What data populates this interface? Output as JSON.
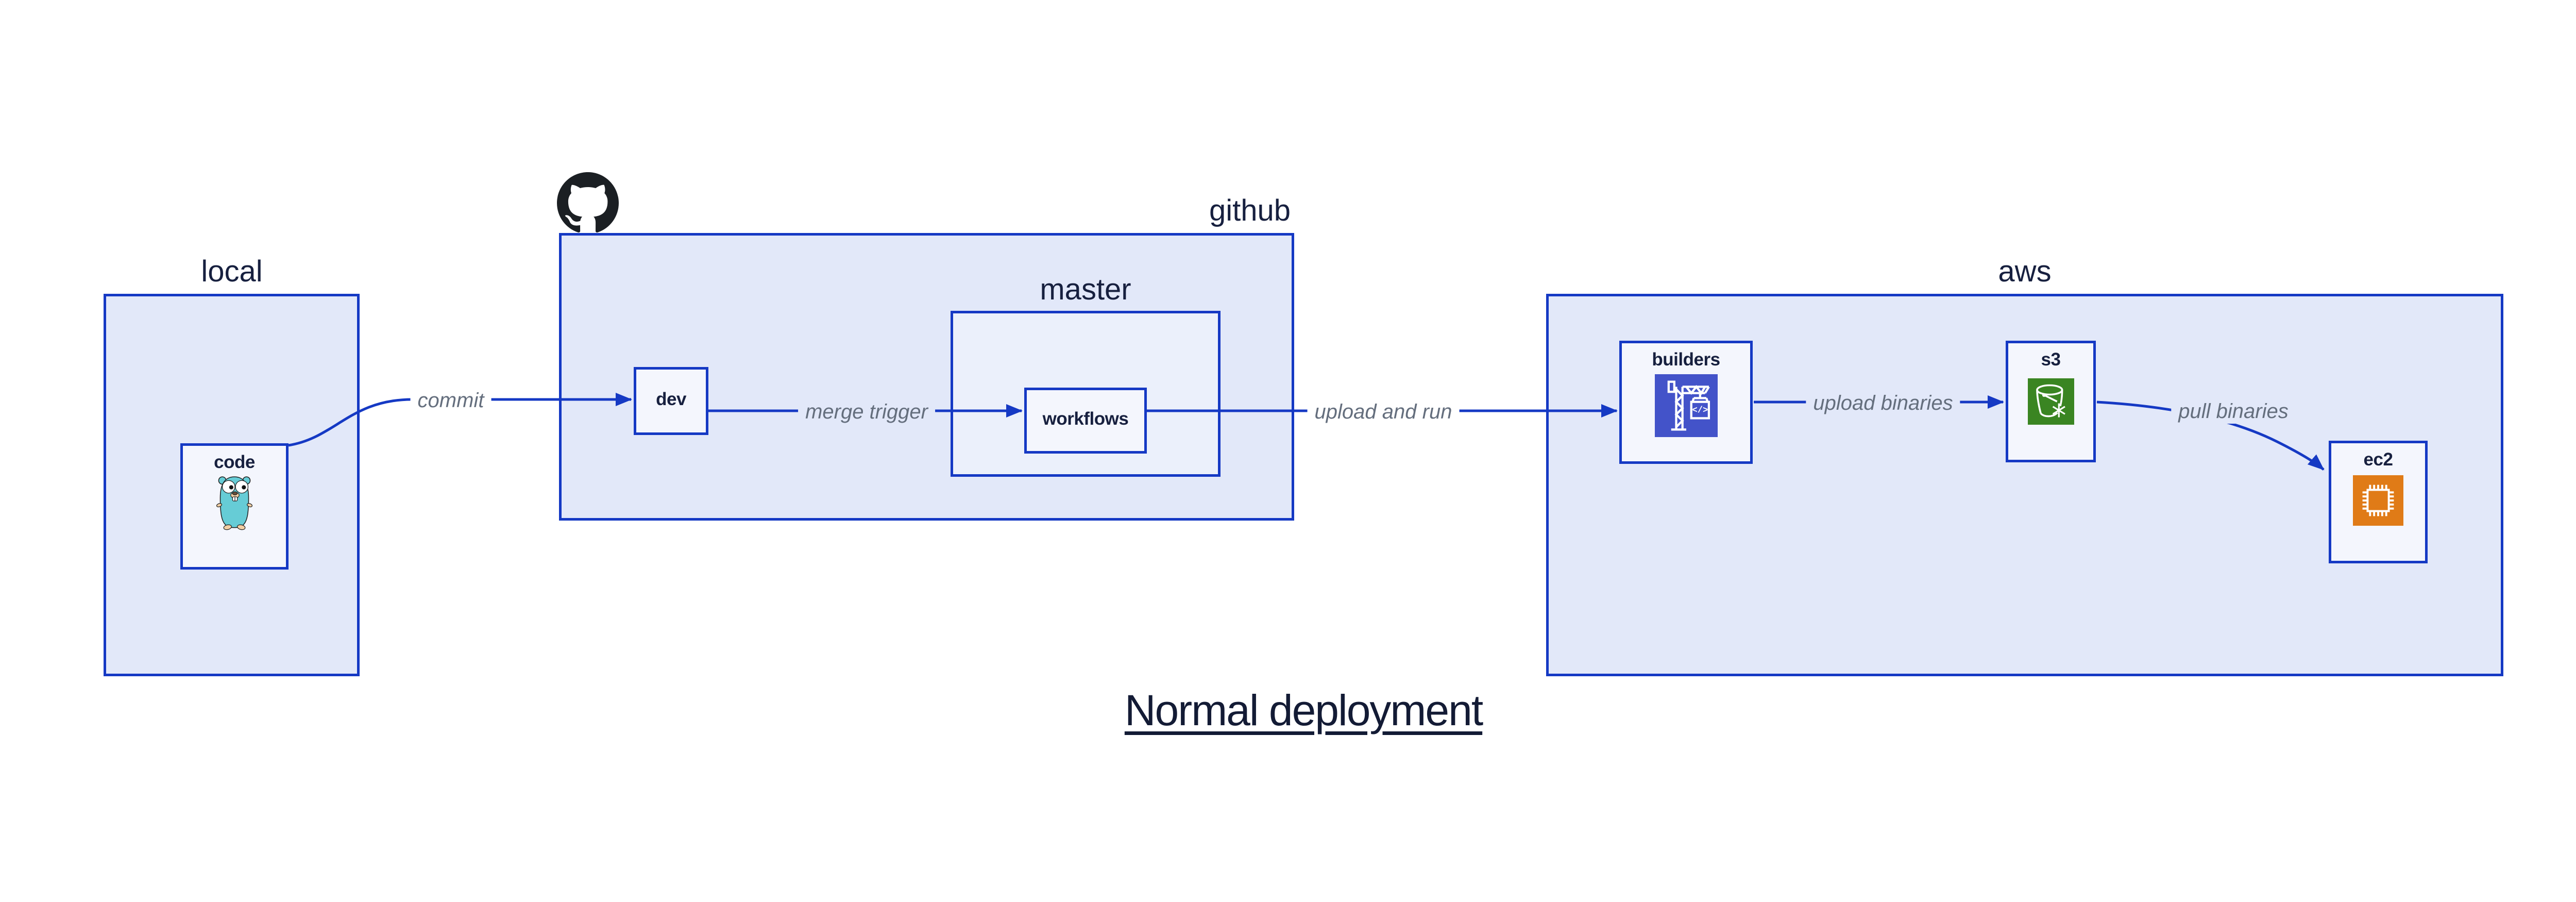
{
  "title": "Normal deployment",
  "groups": {
    "local": {
      "label": "local"
    },
    "github": {
      "label": "github"
    },
    "master": {
      "label": "master"
    },
    "aws": {
      "label": "aws"
    }
  },
  "nodes": {
    "code": {
      "label": "code",
      "icon": "go-gopher-icon"
    },
    "dev": {
      "label": "dev"
    },
    "workflows": {
      "label": "workflows"
    },
    "builders": {
      "label": "builders",
      "icon": "crane-build-icon",
      "icon_color": "#4353c9"
    },
    "s3": {
      "label": "s3",
      "icon": "s3-bucket-icon",
      "icon_color": "#3a8522"
    },
    "ec2": {
      "label": "ec2",
      "icon": "cpu-chip-icon",
      "icon_color": "#e07b17"
    }
  },
  "edges": {
    "commit": {
      "label": "commit",
      "from": "code",
      "to": "dev"
    },
    "merge_trigger": {
      "label": "merge trigger",
      "from": "dev",
      "to": "workflows"
    },
    "upload_and_run": {
      "label": "upload and run",
      "from": "workflows",
      "to": "builders"
    },
    "upload_binaries": {
      "label": "upload binaries",
      "from": "builders",
      "to": "s3"
    },
    "pull_binaries": {
      "label": "pull binaries",
      "from": "s3",
      "to": "ec2"
    }
  },
  "logos": {
    "github_mark": "github-octocat-logo"
  },
  "colors": {
    "border_and_arrows": "#1539c4",
    "group_fill": "#e2e8f9",
    "subgroup_fill": "#ebf0fb",
    "node_fill": "#f4f6fd",
    "label_text": "#17203f",
    "edge_label_text": "#646e7d",
    "title_text": "#131b35",
    "builders_icon_bg": "#4353c9",
    "s3_icon_bg": "#3a8522",
    "ec2_icon_bg": "#e07b17",
    "gopher_body": "#66ccd6",
    "github_logo": "#1b1f23"
  }
}
